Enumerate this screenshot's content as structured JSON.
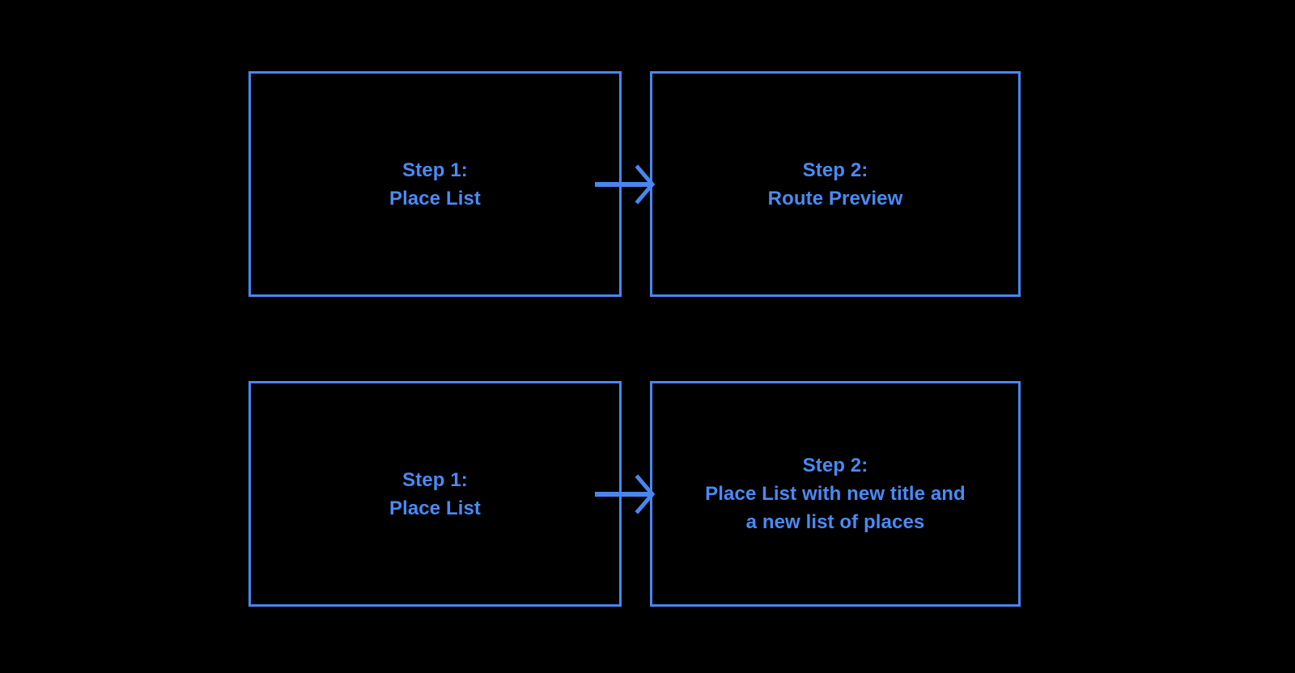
{
  "diagram": {
    "background_color": "#000000",
    "stroke_color": "#4a86f0",
    "text_color": "#4a8af4",
    "rows": [
      {
        "name": "route-preview-flow",
        "left_box": {
          "label": "Step 1:\nPlace List"
        },
        "connector": {
          "icon": "arrow-right-icon",
          "direction": "right"
        },
        "right_box": {
          "label": "Step 2:\nRoute Preview"
        }
      },
      {
        "name": "place-list-update-flow",
        "left_box": {
          "label": "Step 1:\nPlace List"
        },
        "connector": {
          "icon": "arrow-right-icon",
          "direction": "right"
        },
        "right_box": {
          "label": "Step 2:\nPlace List with new title and\na new list of places"
        }
      }
    ]
  }
}
